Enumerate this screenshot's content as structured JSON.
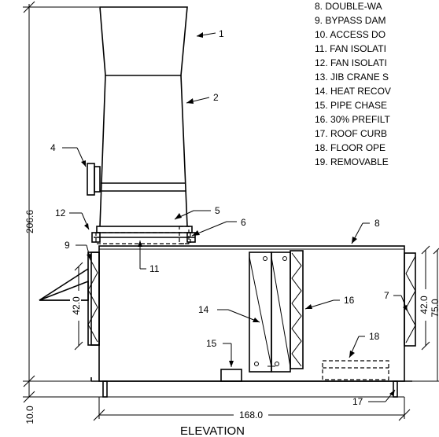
{
  "legend": [
    "8. DOUBLE-WA",
    "9. BYPASS DAM",
    "10. ACCESS DO",
    "11. FAN ISOLATI",
    "12. FAN ISOLATI",
    "13. JIB CRANE S",
    "14. HEAT RECOV",
    "15. PIPE CHASE",
    "16. 30% PREFILT",
    "17. ROOF CURB",
    "18. FLOOR OPE",
    "19. REMOVABLE"
  ],
  "callouts": [
    "1",
    "2",
    "4",
    "5",
    "12",
    "6",
    "8",
    "9",
    "11",
    "14",
    "16",
    "7",
    "15",
    "18",
    "17"
  ],
  "dimensions": {
    "overall_height": "206.6",
    "curb_height": "10.0",
    "inlet_height": "42.0",
    "outlet_height": "42.0",
    "right_height": "75.0",
    "width": "168.0"
  },
  "title": "ELEVATION"
}
